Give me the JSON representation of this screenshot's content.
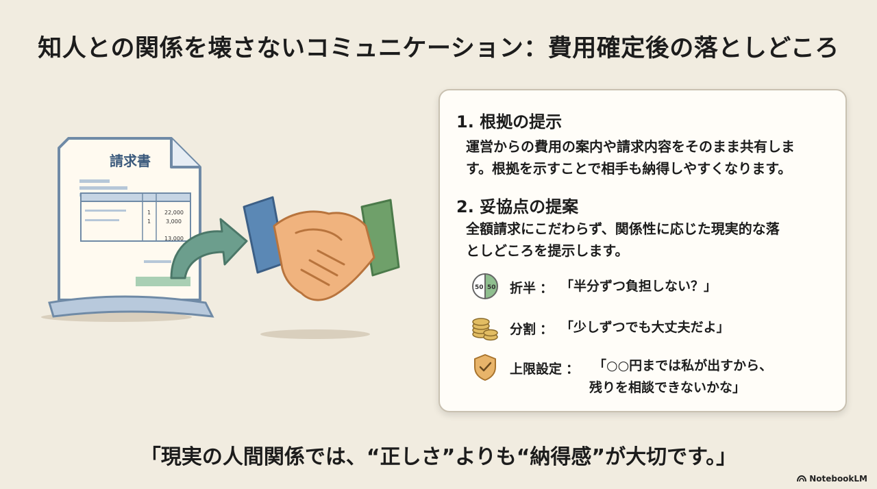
{
  "title": "知人との関係を壊さないコミュニケーション：費用確定後の落としどころ",
  "illustration": {
    "invoice_title": "請求書",
    "rows": [
      {
        "qty": "1",
        "amount": "22,000"
      },
      {
        "qty": "1",
        "amount": "3,000"
      }
    ],
    "total": "13,000"
  },
  "sections": [
    {
      "heading": "1. 根拠の提示",
      "lines": [
        "運営からの費用の案内や請求内容をそのまま共有しま",
        "す。根拠を示すことで相手も納得しやすくなります。"
      ]
    },
    {
      "heading": "2. 妥協点の提案",
      "lines": [
        "全額請求にこだわらず、関係性に応じた現実的な落",
        "としどころを提示します。"
      ]
    }
  ],
  "options": [
    {
      "icon": "half-split-icon",
      "icon_text": "50",
      "label": "折半",
      "separator": "：",
      "quote": [
        "「半分ずつ負担しない？」"
      ]
    },
    {
      "icon": "coin-stack-icon",
      "label": "分割",
      "separator": "：",
      "quote": [
        "「少しずつでも大丈夫だよ」"
      ]
    },
    {
      "icon": "shield-check-icon",
      "label": "上限設定",
      "separator": "：",
      "quote": [
        "「○○円までは私が出すから、",
        "残りを相談できないかな」"
      ]
    }
  ],
  "footer": "「現実の人間関係では、“正しさ”よりも“納得感”が大切です。」",
  "brand": "NotebookLM",
  "colors": {
    "background": "#f1ece0",
    "invoice_blue": "#8ea7c2",
    "arrow_green": "#6c9e8d",
    "sleeve_left": "#5b88b5",
    "sleeve_right": "#6fa06a",
    "skin": "#f0b37e"
  }
}
